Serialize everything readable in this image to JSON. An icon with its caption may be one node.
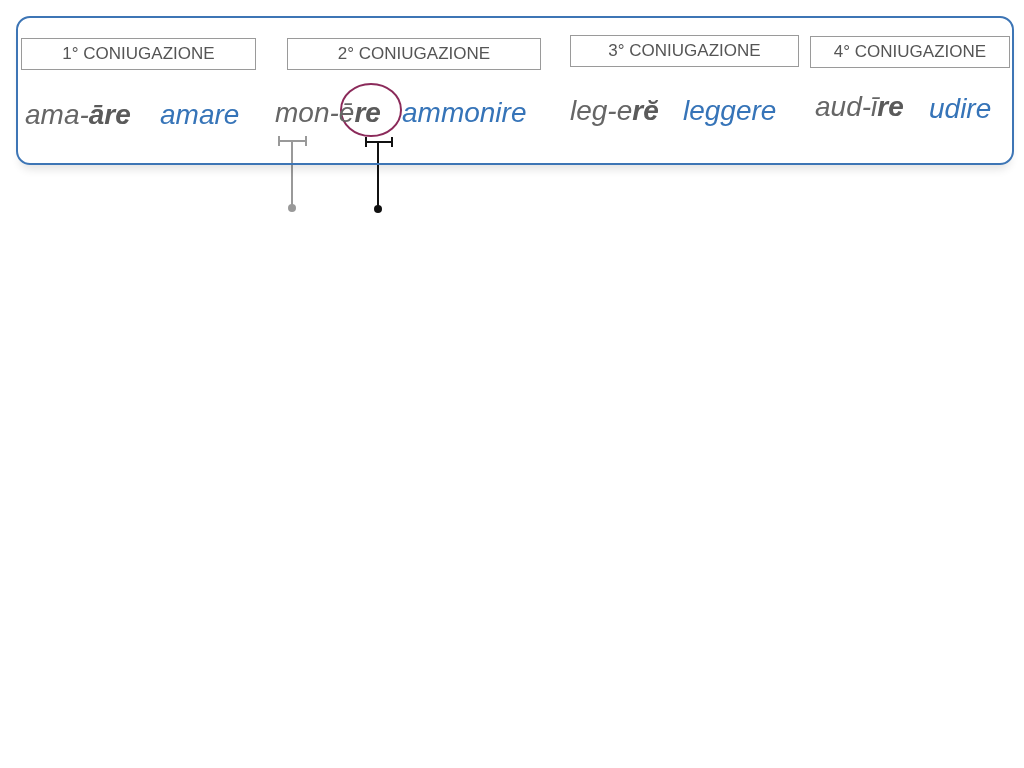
{
  "diagram": {
    "nodes": [
      {
        "text": [],
        "shape": "box"
      },
      {
        "text": [
          "1° CONIUGAZIONE"
        ],
        "in": 0
      },
      {
        "text": [
          "2° CONIUGAZIONE"
        ],
        "in": 0
      },
      {
        "text": [
          "3° CONIUGAZIONE"
        ],
        "in": 0
      },
      {
        "text": [
          "4° CONIUGAZIONE"
        ],
        "in": 0
      }
    ],
    "edges": [],
    "labels": [
      "ama-**āre**",
      "amare",
      "mon-ē**re**",
      "ammonire",
      "leg-e**rĕ**",
      "leggere",
      "aud-ī**re**",
      "udire"
    ]
  }
}
